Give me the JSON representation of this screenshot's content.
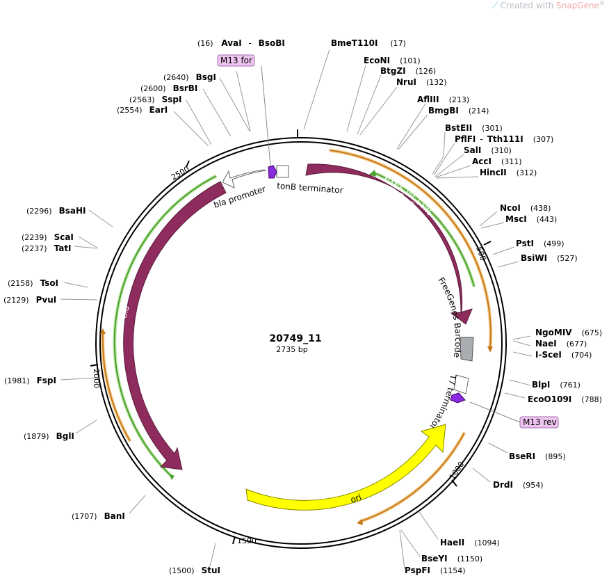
{
  "watermark": {
    "prefix": "Created with ",
    "brand": "SnapGene",
    "mark": "®"
  },
  "plasmid": {
    "name": "20749_11",
    "size_label": "2735 bp",
    "length": 2735
  },
  "ticks": [
    "500",
    "1000",
    "1500",
    "2000",
    "2500"
  ],
  "features": [
    {
      "name": "M13 for"
    },
    {
      "name": "tonB terminator"
    },
    {
      "name": "N4N5_Int_SaltS"
    },
    {
      "name": "FreeGenes Barcode"
    },
    {
      "name": "T7 terminator"
    },
    {
      "name": "M13 rev"
    },
    {
      "name": "ori"
    },
    {
      "name": "bla"
    },
    {
      "name": "bla promoter"
    }
  ],
  "sites": [
    {
      "name": "AvaI",
      "name2": "BsoBI",
      "pos": "(16)"
    },
    {
      "name": "BmeT110I",
      "pos": "(17)"
    },
    {
      "name": "EcoNI",
      "pos": "(101)"
    },
    {
      "name": "BtgZI",
      "pos": "(126)"
    },
    {
      "name": "NruI",
      "pos": "(132)"
    },
    {
      "name": "AflIII",
      "pos": "(213)"
    },
    {
      "name": "BmgBI",
      "pos": "(214)"
    },
    {
      "name": "BstEII",
      "pos": "(301)"
    },
    {
      "name": "PflFI",
      "name2": "Tth111I",
      "pos": "(307)"
    },
    {
      "name": "SalI",
      "pos": "(310)"
    },
    {
      "name": "AccI",
      "pos": "(311)"
    },
    {
      "name": "HincII",
      "pos": "(312)"
    },
    {
      "name": "NcoI",
      "pos": "(438)"
    },
    {
      "name": "MscI",
      "pos": "(443)"
    },
    {
      "name": "PstI",
      "pos": "(499)"
    },
    {
      "name": "BsiWI",
      "pos": "(527)"
    },
    {
      "name": "NgoMIV",
      "pos": "(675)"
    },
    {
      "name": "NaeI",
      "pos": "(677)"
    },
    {
      "name": "I-SceI",
      "pos": "(704)"
    },
    {
      "name": "BlpI",
      "pos": "(761)"
    },
    {
      "name": "EcoO109I",
      "pos": "(788)"
    },
    {
      "name": "BseRI",
      "pos": "(895)"
    },
    {
      "name": "DrdI",
      "pos": "(954)"
    },
    {
      "name": "HaeII",
      "pos": "(1094)"
    },
    {
      "name": "BseYI",
      "pos": "(1150)"
    },
    {
      "name": "PspFI",
      "pos": "(1154)"
    },
    {
      "name": "StuI",
      "pos": "(1500)"
    },
    {
      "name": "BanI",
      "pos": "(1707)"
    },
    {
      "name": "BglI",
      "pos": "(1879)"
    },
    {
      "name": "FspI",
      "pos": "(1981)"
    },
    {
      "name": "PvuI",
      "pos": "(2129)"
    },
    {
      "name": "TsoI",
      "pos": "(2158)"
    },
    {
      "name": "TatI",
      "pos": "(2237)"
    },
    {
      "name": "ScaI",
      "pos": "(2239)"
    },
    {
      "name": "BsaHI",
      "pos": "(2296)"
    },
    {
      "name": "EarI",
      "pos": "(2554)"
    },
    {
      "name": "SspI",
      "pos": "(2563)"
    },
    {
      "name": "BsrBI",
      "pos": "(2600)"
    },
    {
      "name": "BsgI",
      "pos": "(2640)"
    }
  ],
  "colors": {
    "backbone": "#000000",
    "n4n5": "#8e2c5e",
    "bla": "#8e2c5e",
    "ori": "#ffff00",
    "barcode": "#a9acb0",
    "primer": "#8a2be2",
    "primer_label_bg": "#eec4ee",
    "orf_orange": "#c47a1a",
    "orf_green": "#4aa02c"
  }
}
